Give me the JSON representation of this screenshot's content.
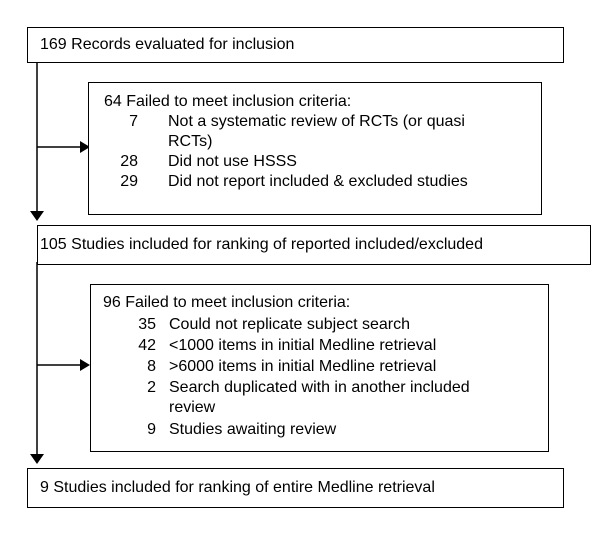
{
  "flow": {
    "box1": {
      "text": "169 Records evaluated for inclusion"
    },
    "box2": {
      "header": "64 Failed to meet inclusion criteria:",
      "items": [
        {
          "n": "7",
          "text": "Not a systematic review of RCTs (or quasi RCTs)"
        },
        {
          "n": "28",
          "text": "Did not use HSSS"
        },
        {
          "n": "29",
          "text": "Did not report included & excluded studies"
        }
      ]
    },
    "box3": {
      "text": "105 Studies included for ranking of reported included/excluded"
    },
    "box4": {
      "header": "96  Failed to meet inclusion criteria:",
      "items": [
        {
          "n": "35",
          "text": "Could not replicate subject search"
        },
        {
          "n": "42",
          "text": "<1000 items in initial Medline retrieval"
        },
        {
          "n": "8",
          "text": ">6000 items in initial Medline retrieval"
        },
        {
          "n": "2",
          "text": "Search duplicated with in another included review"
        },
        {
          "n": "9",
          "text": "Studies awaiting review"
        }
      ]
    },
    "box5": {
      "text": "9 Studies included for ranking of entire Medline retrieval"
    }
  }
}
